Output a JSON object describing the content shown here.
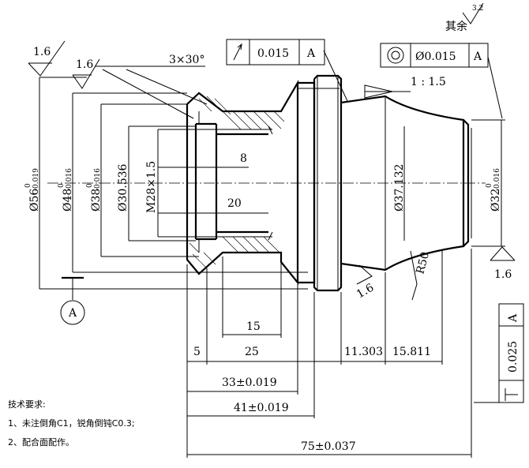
{
  "roughness": {
    "general": "1.6",
    "left": "1.6",
    "bottom_right": "1.6",
    "right": "1.6",
    "other": "3.2",
    "other_label": "其余"
  },
  "chamfer_note": "3×30°",
  "taper_note": "1 : 1.5",
  "fcf_top": {
    "symbol": "circular-runout",
    "tolerance": "0.015",
    "datum": "A"
  },
  "fcf_right": {
    "symbol": "coaxiality",
    "tolerance": "Ø0.015",
    "datum": "A"
  },
  "fcf_side": {
    "symbol": "perpendicularity",
    "tolerance": "0.025",
    "datum": "A"
  },
  "datum_label": "A",
  "diameters": {
    "d56": "Ø56",
    "d56_tol_upper": "0",
    "d56_tol_lower": "-0.019",
    "d48": "Ø48",
    "d48_tol_upper": "0",
    "d48_tol_lower": "-0.016",
    "d38": "Ø38",
    "d38_tol_upper": "0",
    "d38_tol_lower": "-0.016",
    "d30": "Ø30.536",
    "thread": "M28×1.5",
    "d37": "Ø37.132",
    "d32": "Ø32",
    "d32_tol_upper": "0",
    "d32_tol_lower": "-0.016"
  },
  "radius": "R50",
  "lengths": {
    "l8": "8",
    "l20": "20",
    "l15": "15",
    "l5": "5",
    "l25": "25",
    "l11": "11.303",
    "l15b": "15.811",
    "l33": "33±0.019",
    "l41": "41±0.019",
    "l75": "75±0.037"
  },
  "notes": {
    "title": "技术要求:",
    "items": [
      "1、未注倒角C1，锐角倒钝C0.3;",
      "2、配合面配作。"
    ]
  }
}
